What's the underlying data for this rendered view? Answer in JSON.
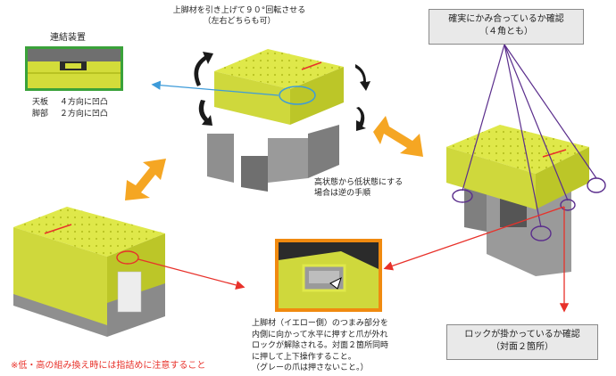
{
  "top_caption": {
    "line1": "上脚材を引き上げて９０°回転させる",
    "line2": "（左右どちらも可）"
  },
  "connector_inset": {
    "title": "連結装置",
    "rows": [
      {
        "label": "天板",
        "value": "４方向に凹凸"
      },
      {
        "label": "脚部",
        "value": "２方向に凹凸"
      }
    ]
  },
  "check_engaged": {
    "line1": "確実にかみ合っているか確認",
    "line2": "（４角とも）"
  },
  "mode_change_note": {
    "line1": "高状態から低状態にする",
    "line2": "場合は逆の手順"
  },
  "release_instructions": {
    "lines": [
      "上脚材（イエロー側）のつまみ部分を",
      "内側に向かって水平に押すと爪が外れ",
      "ロックが解除される。対面２箇所同時",
      "に押して上下操作すること。",
      "（グレーの爪は押さないこと。）"
    ]
  },
  "lock_check": {
    "line1": "ロックが掛かっているか確認",
    "line2": "（対面２箇所）"
  },
  "warning": {
    "text": "※低・高の組み換え時には指詰めに注意すること",
    "color": "#e8312a"
  },
  "colors": {
    "yellow": "#dfe84a",
    "yellow_dark": "#b8c222",
    "gray": "#8f8f8f",
    "gray_dark": "#666666",
    "orange_arrow": "#f5a623",
    "blue_arrow": "#3d9bd9",
    "purple": "#5a2d8c",
    "red": "#e8312a",
    "green_frame": "#3aa23a",
    "orange_frame": "#f08a10"
  }
}
